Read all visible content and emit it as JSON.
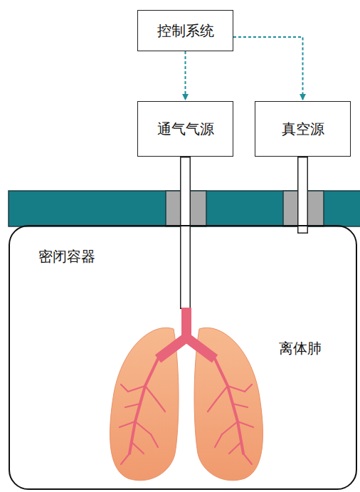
{
  "diagram": {
    "nodes": [
      {
        "text": [
          "控制系统"
        ]
      },
      {
        "text": [
          "通气气源"
        ]
      },
      {
        "text": [
          "真空源"
        ]
      },
      {
        "text": [
          "密闭容器"
        ]
      },
      {
        "text": [
          "离体肺"
        ],
        "in": 3
      }
    ],
    "edges": [
      {
        "from": 0,
        "to": 1,
        "arrow": "to"
      },
      {
        "from": 0,
        "to": 2,
        "arrow": "to"
      },
      {
        "from": 1,
        "to": 4,
        "arrow": "none"
      },
      {
        "from": 2,
        "to": 3,
        "arrow": "none"
      }
    ]
  }
}
